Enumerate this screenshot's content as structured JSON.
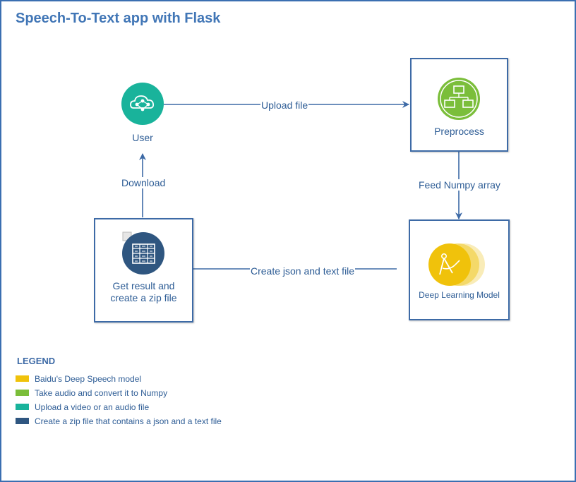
{
  "title": "Speech-To-Text app with Flask",
  "nodes": {
    "user": {
      "label": "User",
      "icon": "cloud-network-icon",
      "color": "#19b39b"
    },
    "preprocess": {
      "label": "Preprocess",
      "icon": "network-computers-icon",
      "color": "#7bbe3a"
    },
    "model": {
      "label": "Deep Learning Model",
      "icon": "compass-drafting-icon",
      "color": "#f0c20b"
    },
    "result": {
      "label_line1": "Get result and",
      "label_line2": "create a zip file",
      "icon": "table-grid-icon",
      "color": "#2f5680"
    }
  },
  "edges": {
    "upload": "Upload file",
    "feed": "Feed Numpy array",
    "create": "Create json and text file",
    "download": "Download"
  },
  "legend": {
    "title": "LEGEND",
    "items": [
      {
        "color": "#f0c20b",
        "text": "Baidu's Deep Speech model"
      },
      {
        "color": "#7bbe3a",
        "text": "Take audio and convert it to Numpy"
      },
      {
        "color": "#19b39b",
        "text": "Upload a video or an audio file"
      },
      {
        "color": "#2f5680",
        "text": "Create a zip file that contains a json and a text file"
      }
    ]
  }
}
